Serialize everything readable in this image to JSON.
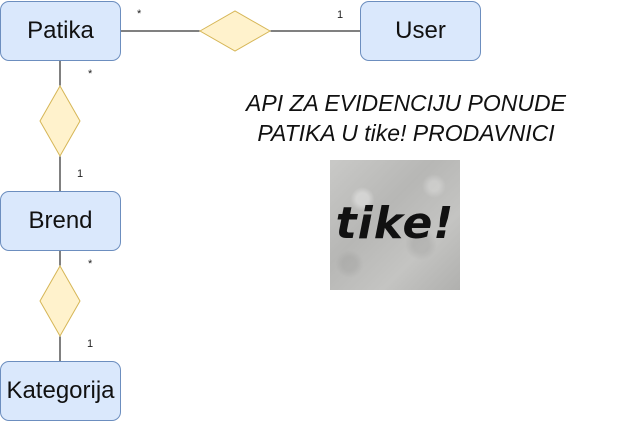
{
  "entities": {
    "patika": "Patika",
    "user": "User",
    "brend": "Brend",
    "kategorija": "Kategorija"
  },
  "relations": [
    {
      "from": "Patika",
      "to": "User",
      "from_mult": "*",
      "to_mult": "1"
    },
    {
      "from": "Patika",
      "to": "Brend",
      "from_mult": "*",
      "to_mult": "1"
    },
    {
      "from": "Brend",
      "to": "Kategorija",
      "from_mult": "*",
      "to_mult": "1"
    }
  ],
  "title": {
    "line1": "API ZA EVIDENCIJU PONUDE",
    "line2": "PATIKA U tike! PRODAVNICI"
  },
  "logo_text": "tike!",
  "colors": {
    "entity_fill": "#dae8fc",
    "entity_border": "#6c8ebf",
    "relationship_fill": "#fff2cc",
    "relationship_border": "#d6b656"
  }
}
